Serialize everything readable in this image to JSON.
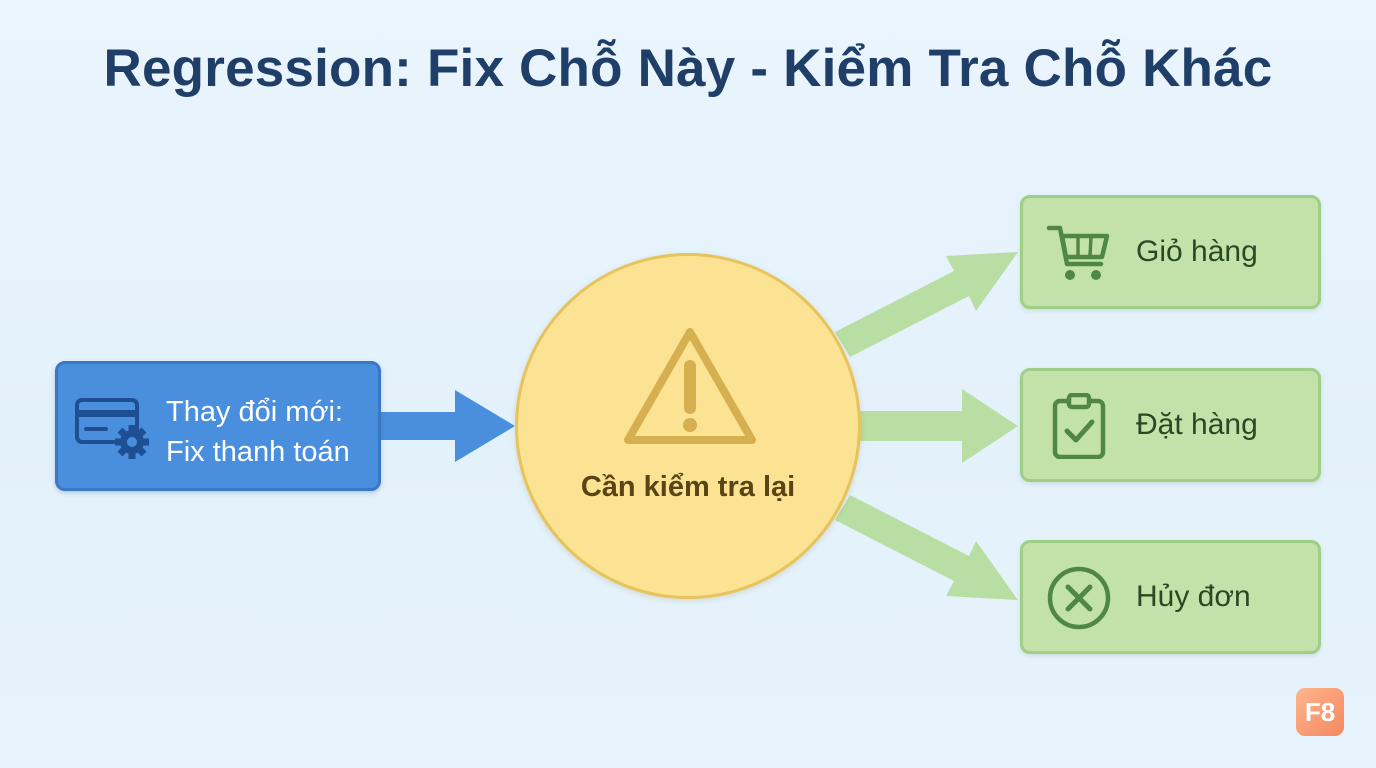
{
  "title": "Regression: Fix Chỗ Này - Kiểm Tra Chỗ Khác",
  "source": {
    "line1": "Thay đổi mới:",
    "line2": "Fix thanh toán",
    "icon": "credit-card-gear-icon"
  },
  "center": {
    "label": "Cần kiểm tra lại",
    "icon": "warning-icon"
  },
  "targets": [
    {
      "label": "Giỏ hàng",
      "icon": "shopping-cart-icon"
    },
    {
      "label": "Đặt hàng",
      "icon": "clipboard-check-icon"
    },
    {
      "label": "Hủy đơn",
      "icon": "cancel-circle-icon"
    }
  ],
  "badge": {
    "text": "F8"
  },
  "colors": {
    "title": "#1f3f68",
    "source_fill": "#4a8fdd",
    "source_arrow": "#4a8fdd",
    "center_fill": "#fbe393",
    "center_border": "#e7c35b",
    "target_fill": "#c3e2a9",
    "target_arrow": "#b9dea3",
    "target_icon": "#4f8747",
    "badge": "#f79a73"
  }
}
